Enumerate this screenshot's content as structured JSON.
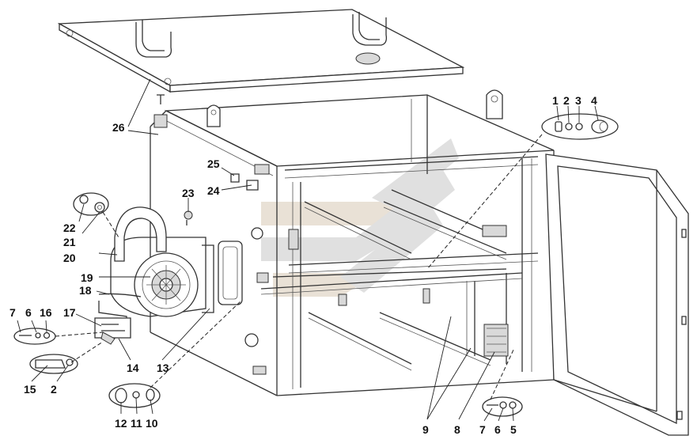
{
  "callouts": [
    "1",
    "2",
    "3",
    "4",
    "5",
    "6",
    "7",
    "8",
    "9",
    "10",
    "11",
    "12",
    "13",
    "14",
    "15",
    "16",
    "17",
    "18",
    "19",
    "20",
    "21",
    "22",
    "23",
    "24",
    "25",
    "26",
    "7",
    "6",
    "2"
  ],
  "colors": {
    "line": "#333333",
    "watermark_gray": "#c8c8c8",
    "watermark_tan": "#d8c9b5"
  }
}
